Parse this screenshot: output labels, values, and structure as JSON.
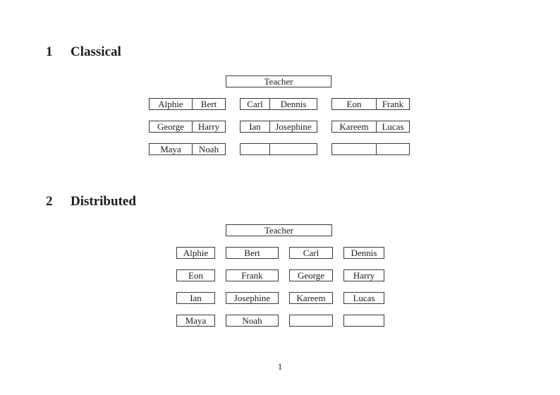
{
  "document": {
    "page_number": "1"
  },
  "classical": {
    "heading_number": "1",
    "heading_title": "Classical",
    "teacher_label": "Teacher",
    "desks": [
      [
        [
          "Alphie",
          "Bert"
        ],
        [
          "Carl",
          "Dennis"
        ],
        [
          "Eon",
          "Frank"
        ]
      ],
      [
        [
          "George",
          "Harry"
        ],
        [
          "Ian",
          "Josephine"
        ],
        [
          "Kareem",
          "Lucas"
        ]
      ],
      [
        [
          "Maya",
          "Noah"
        ],
        [
          "",
          ""
        ],
        [
          "",
          ""
        ]
      ]
    ]
  },
  "distributed": {
    "heading_number": "2",
    "heading_title": "Distributed",
    "teacher_label": "Teacher",
    "desks": [
      [
        "Alphie",
        "Bert",
        "Carl",
        "Dennis"
      ],
      [
        "Eon",
        "Frank",
        "George",
        "Harry"
      ],
      [
        "Ian",
        "Josephine",
        "Kareem",
        "Lucas"
      ],
      [
        "Maya",
        "Noah",
        "",
        ""
      ]
    ]
  }
}
